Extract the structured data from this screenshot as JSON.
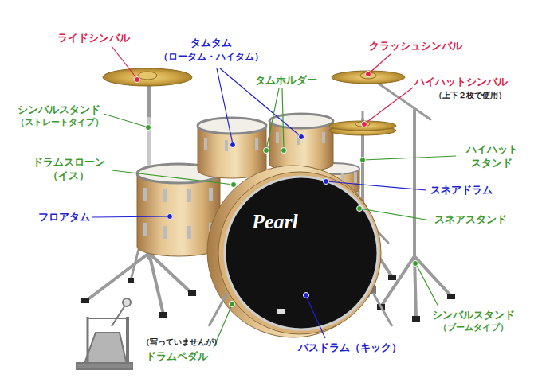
{
  "diagram": {
    "labels": [
      "ライドシンバル",
      "タムタム",
      "（ロータム・ハイタム）",
      "タムホルダー",
      "クラッシュシンバル",
      "ハイハットシンバル",
      "（上下２枚で使用）",
      "シンバルスタンド",
      "（ストレートタイプ）",
      "ハイハット スタンド",
      "ドラムスローン （イス）",
      "スネアドラム",
      "フロアタム",
      "スネアスタンド",
      "シンバルスタンド",
      "（ブームタイプ）",
      "（写っていませんが）",
      "ドラムペダル",
      "バスドラム（キック）",
      "Pearl"
    ]
  }
}
